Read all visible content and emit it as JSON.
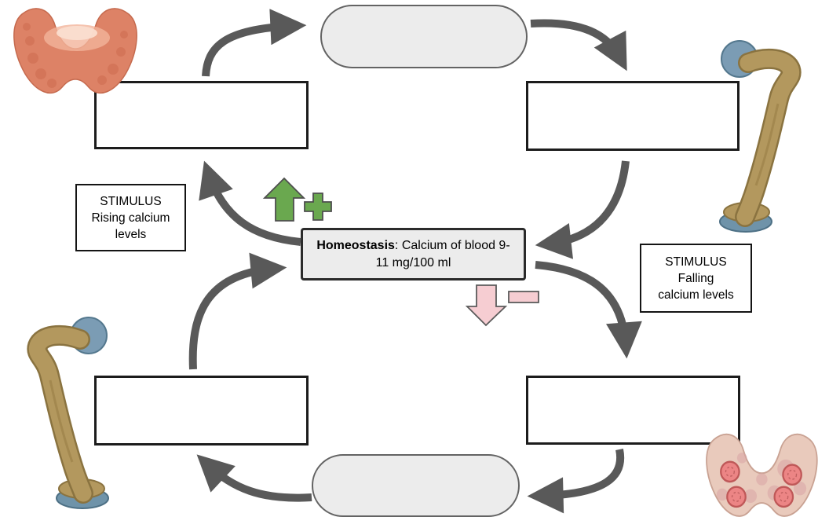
{
  "center": {
    "homeostasis_bold": "Homeostasis",
    "homeostasis_rest": ":  Calcium of blood 9-11 mg/100 ml"
  },
  "stimuli": {
    "left": "STIMULUS\nRising calcium\nlevels",
    "right": "STIMULUS\nFalling\ncalcium levels"
  },
  "blanks": {
    "top_left": "",
    "top_right": "",
    "bottom_left": "",
    "bottom_right": "",
    "pill_top": "",
    "pill_bottom": ""
  },
  "icons": {
    "thyroid": "thyroid-gland",
    "femur_top_right": "femur-bone",
    "femur_bottom_left": "femur-bone",
    "parathyroid": "parathyroid-gland",
    "increase": "green-up-arrow-with-plus",
    "decrease": "pink-down-arrow-with-minus"
  },
  "colors": {
    "arrow_gray": "#595959",
    "positive_green": "#6aa84f",
    "negative_pink": "#f6cdd2",
    "pill_fill": "#ececec",
    "homeostasis_fill": "#ececec",
    "box_border": "#1c1c1c",
    "thyroid_salmon": "#dd8266",
    "bone_tan": "#b3985e",
    "bone_cartilage_blue": "#7b9cb4",
    "parathyroid_pink": "#e9cabc",
    "parathyroid_gland_red": "#ec8585"
  }
}
